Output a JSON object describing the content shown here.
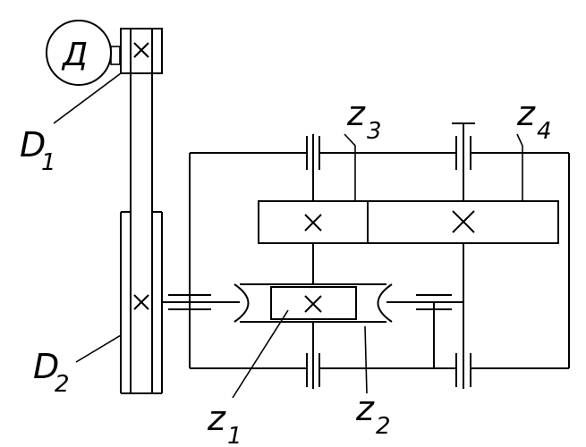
{
  "labels": {
    "motor": "Д",
    "D1": {
      "main": "D",
      "sub": "1"
    },
    "D2": {
      "main": "D",
      "sub": "2"
    },
    "z1": {
      "main": "z",
      "sub": "1"
    },
    "z2": {
      "main": "z",
      "sub": "2"
    },
    "z3": {
      "main": "z",
      "sub": "3"
    },
    "z4": {
      "main": "z",
      "sub": "4"
    }
  }
}
